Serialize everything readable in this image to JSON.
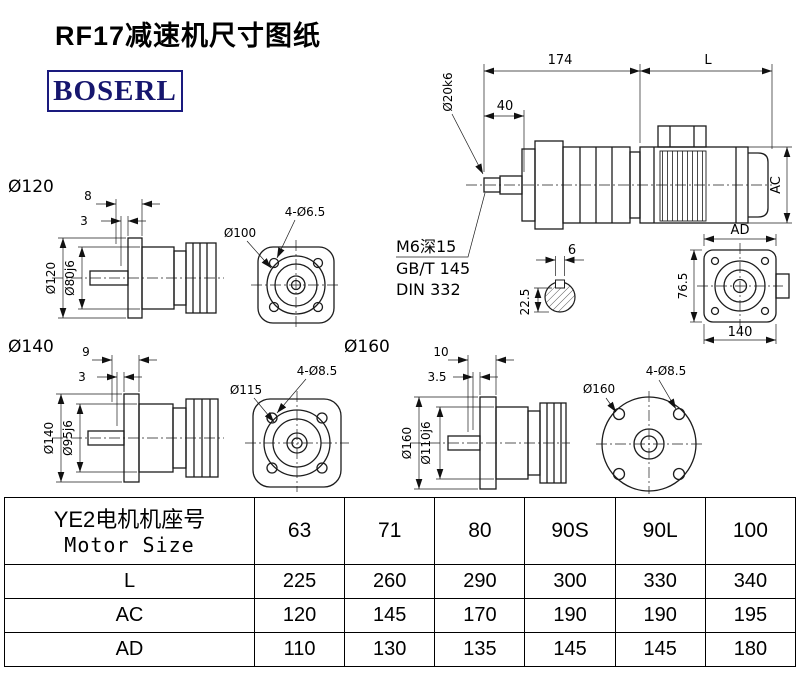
{
  "page": {
    "title": "RF17减速机尺寸图纸",
    "logo": "BOSERL"
  },
  "drawing": {
    "main_view": {
      "dim_174": "174",
      "dim_L": "L",
      "dim_40": "40",
      "shaft_dia": "Ø20k6",
      "dim_AC": "AC"
    },
    "notes": {
      "tap": "M6深15",
      "std1": "GB/T 145",
      "std2": "DIN 332"
    },
    "key_view": {
      "dim_width": "6",
      "dim_depth": "22.5"
    },
    "end_view": {
      "dim_AD": "AD",
      "dim_765": "76.5",
      "dim_140": "140"
    },
    "flange120": {
      "label": "Ø120",
      "dim_a": "8",
      "dim_b": "3",
      "dim_flange": "Ø120",
      "dim_spigot": "Ø80j6",
      "face_circle": "Ø100",
      "face_holes": "4-Ø6.5"
    },
    "flange140": {
      "label": "Ø140",
      "dim_a": "9",
      "dim_b": "3",
      "dim_flange": "Ø140",
      "dim_spigot": "Ø95j6",
      "face_circle": "Ø115",
      "face_holes": "4-Ø8.5"
    },
    "flange160": {
      "label": "Ø160",
      "dim_a": "10",
      "dim_b": "3.5",
      "dim_flange": "Ø160",
      "dim_spigot": "Ø110j6",
      "face_circle": "Ø160",
      "face_holes": "4-Ø8.5"
    }
  },
  "table": {
    "header": {
      "row_label_cn": "YE2电机机座号",
      "row_label_en": "Motor Size",
      "columns": [
        "63",
        "71",
        "80",
        "90S",
        "90L",
        "100"
      ]
    },
    "rows": [
      {
        "label": "L",
        "values": [
          "225",
          "260",
          "290",
          "300",
          "330",
          "340"
        ]
      },
      {
        "label": "AC",
        "values": [
          "120",
          "145",
          "170",
          "190",
          "190",
          "195"
        ]
      },
      {
        "label": "AD",
        "values": [
          "110",
          "130",
          "135",
          "145",
          "145",
          "180"
        ]
      }
    ]
  }
}
